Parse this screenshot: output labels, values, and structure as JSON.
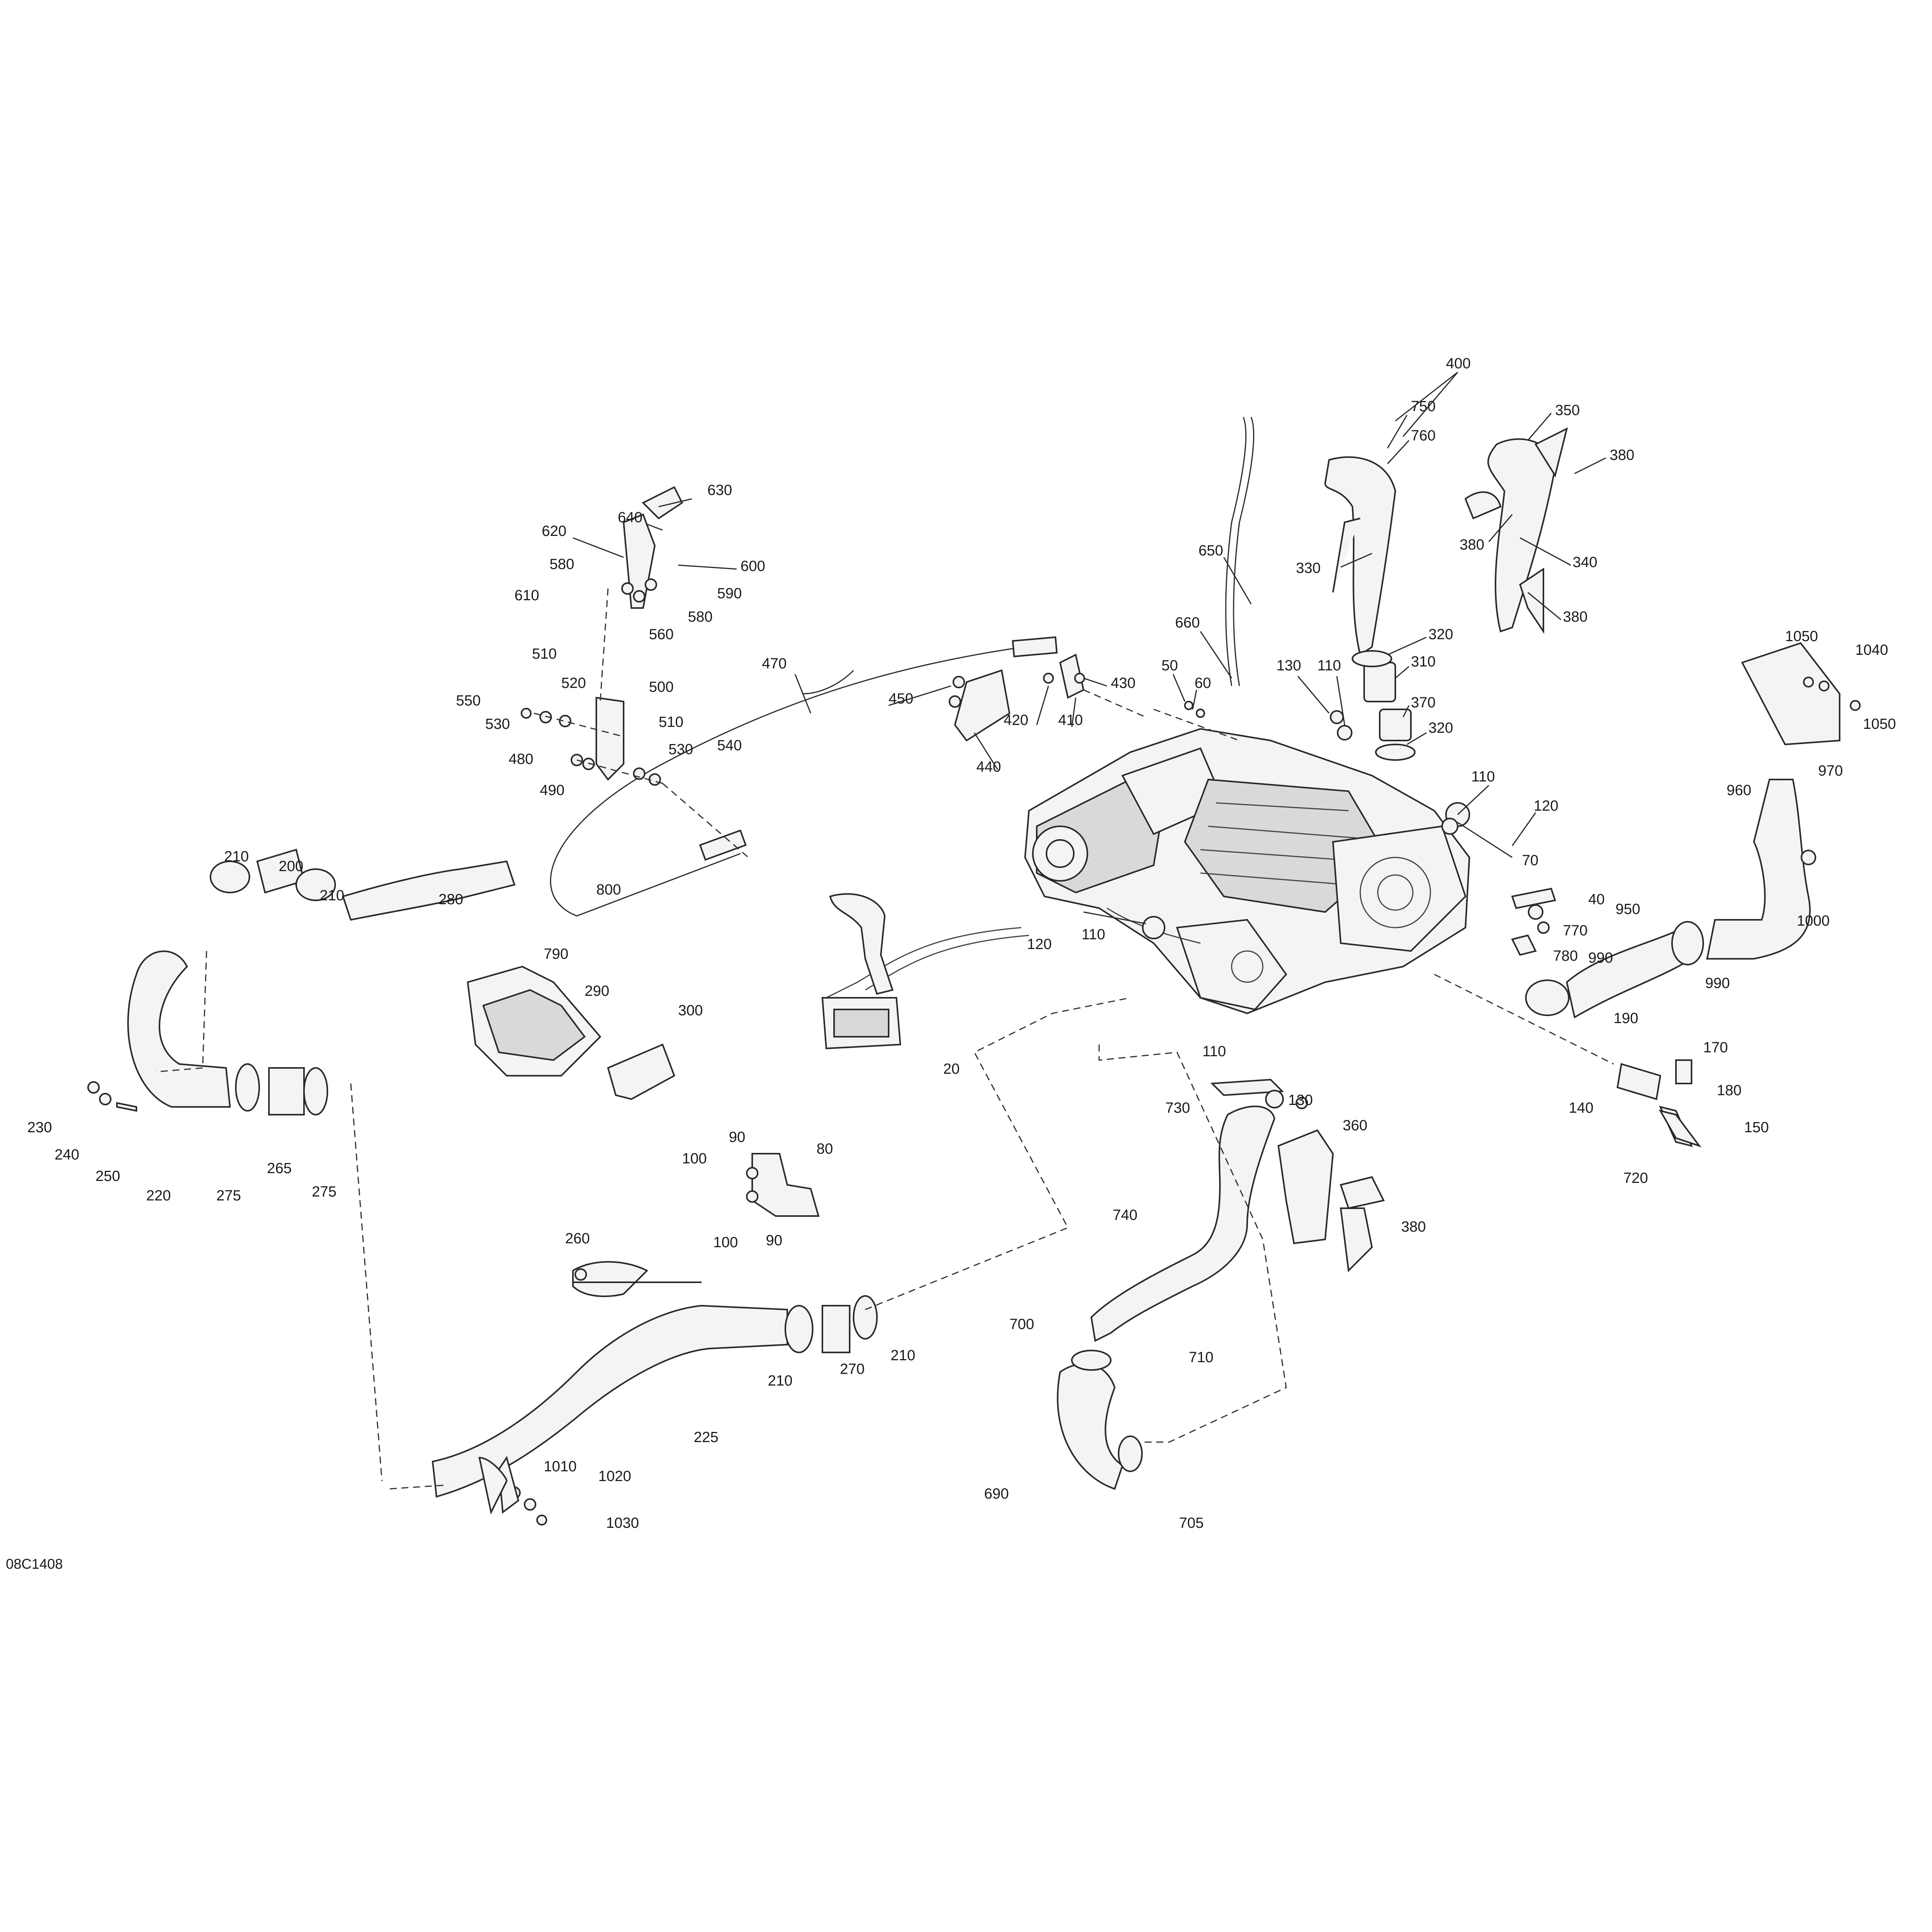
{
  "diagram": {
    "reference_code": "08C1408",
    "callouts": [
      "20",
      "40",
      "50",
      "60",
      "70",
      "80",
      "90",
      "100",
      "110",
      "120",
      "130",
      "140",
      "150",
      "170",
      "180",
      "190",
      "200",
      "210",
      "220",
      "225",
      "230",
      "240",
      "250",
      "260",
      "265",
      "270",
      "275",
      "280",
      "290",
      "300",
      "310",
      "320",
      "330",
      "340",
      "350",
      "360",
      "370",
      "380",
      "400",
      "410",
      "420",
      "430",
      "440",
      "450",
      "470",
      "480",
      "490",
      "500",
      "510",
      "520",
      "530",
      "540",
      "550",
      "560",
      "580",
      "590",
      "600",
      "610",
      "620",
      "630",
      "640",
      "650",
      "660",
      "690",
      "700",
      "705",
      "710",
      "720",
      "730",
      "740",
      "750",
      "760",
      "770",
      "780",
      "790",
      "800",
      "950",
      "960",
      "970",
      "990",
      "1000",
      "1010",
      "1020",
      "1030",
      "1040",
      "1050"
    ]
  }
}
